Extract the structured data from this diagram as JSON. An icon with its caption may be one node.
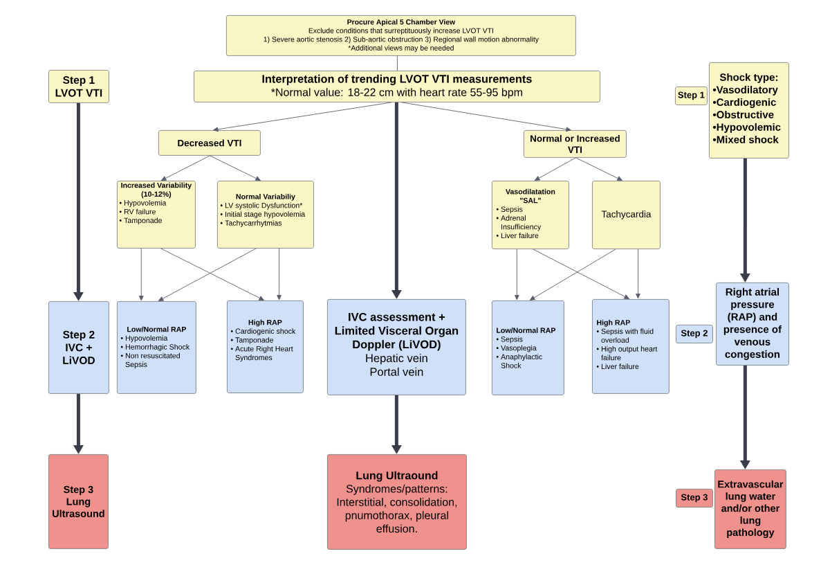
{
  "diagram": {
    "nodes": [
      {
        "text": [
          "Procure Apical 5 Chamber View",
          "Exclude conditions that surreptituously increase LVOT VTI",
          "1) Severe aortic stenosis 2) Sub-aortic obstruction 3) Regional wall motion abnormality",
          "*Additional views may be needed"
        ]
      },
      {
        "text": [
          "Step 1 LVOT VTI"
        ]
      },
      {
        "text": [
          "Interpretation of trending LVOT VTI measurements",
          "*Normal value: 18-22 cm with heart rate 55-95 bpm"
        ]
      },
      {
        "text": [
          "Step 1"
        ]
      },
      {
        "text": [
          "Shock type:",
          "•Vasodilatory",
          "•Cardiogenic",
          "•Obstructive",
          "•Hypovolemic",
          "•Mixed shock"
        ]
      },
      {
        "text": [
          "Decreased VTI"
        ]
      },
      {
        "text": [
          "Normal or Increased VTI"
        ]
      },
      {
        "text": [
          "Increased Variability (10-12%)",
          "• Hypovolemia",
          "• RV failure",
          "• Tamponade"
        ]
      },
      {
        "text": [
          "Normal Variabiliy",
          "• LV systolic Dysfunction*",
          "• Initial stage hypovolemia",
          "• Tachycarrhytmias"
        ]
      },
      {
        "text": [
          "Vasodilatation \"SAL\"",
          "• Sepsis",
          "• Adrenal Insufficiency",
          "• Liver failure"
        ]
      },
      {
        "text": [
          "Tachycardia"
        ]
      },
      {
        "text": [
          "Step 2 IVC + LiVOD"
        ]
      },
      {
        "text": [
          "Low/Normal RAP",
          "• Hypovolemia",
          "• Hemorrhagic Shock",
          "• Non resuscitated Sepsis"
        ]
      },
      {
        "text": [
          "High RAP",
          "• Cardiogenic shock",
          "• Tamponade",
          "• Acute Right Heart Syndromes"
        ]
      },
      {
        "text": [
          "IVC assessment + Limited Visceral Organ Doppler (LiVOD)",
          "Hepatic vein",
          "Portal vein"
        ]
      },
      {
        "text": [
          "Low/Normal RAP",
          "• Sepsis",
          "• Vasoplegia",
          "• Anaphylactic Shock"
        ]
      },
      {
        "text": [
          "High RAP",
          "• Sepsis with fluid overload",
          "• High output heart failure",
          "• Liver failure"
        ]
      },
      {
        "text": [
          "Step 2"
        ]
      },
      {
        "text": [
          "Right atrial pressure (RAP) and presence of venous congestion"
        ]
      },
      {
        "text": [
          "Step 3 Lung Ultrasound"
        ]
      },
      {
        "text": [
          "Lung Ultraound",
          "Syndromes/patterns: Interstitial, consolidation, pnumothorax, pleural effusion."
        ]
      },
      {
        "text": [
          "Step 3"
        ]
      },
      {
        "text": [
          "Extravascular lung water and/or other lung pathology"
        ]
      }
    ],
    "edges": [
      {
        "from": 0,
        "to": 2,
        "arrow": "none"
      },
      {
        "from": 1,
        "to": 11,
        "arrow": "to",
        "style": "thick",
        "color": "#3b3d4a"
      },
      {
        "from": 2,
        "to": 5,
        "arrow": "to"
      },
      {
        "from": 2,
        "to": 14,
        "arrow": "to",
        "style": "thick",
        "color": "#3b3d4a"
      },
      {
        "from": 2,
        "to": 6,
        "arrow": "to"
      },
      {
        "from": 4,
        "to": 18,
        "arrow": "to",
        "style": "thick",
        "color": "#3b3d4a"
      },
      {
        "from": 5,
        "to": 7,
        "arrow": "to"
      },
      {
        "from": 5,
        "to": 8,
        "arrow": "to"
      },
      {
        "from": 6,
        "to": 9,
        "arrow": "to"
      },
      {
        "from": 6,
        "to": 10,
        "arrow": "to"
      },
      {
        "from": 7,
        "to": 12,
        "arrow": "to"
      },
      {
        "from": 7,
        "to": 13,
        "arrow": "to"
      },
      {
        "from": 8,
        "to": 12,
        "arrow": "to"
      },
      {
        "from": 8,
        "to": 13,
        "arrow": "to"
      },
      {
        "from": 9,
        "to": 15,
        "arrow": "to"
      },
      {
        "from": 9,
        "to": 16,
        "arrow": "to"
      },
      {
        "from": 10,
        "to": 15,
        "arrow": "to"
      },
      {
        "from": 10,
        "to": 16,
        "arrow": "to"
      },
      {
        "from": 11,
        "to": 19,
        "arrow": "to",
        "style": "thick",
        "color": "#3b3d4a"
      },
      {
        "from": 14,
        "to": 20,
        "arrow": "to",
        "style": "thick",
        "color": "#3b3d4a"
      },
      {
        "from": 18,
        "to": 22,
        "arrow": "to",
        "style": "thick",
        "color": "#3b3d4a"
      }
    ]
  }
}
